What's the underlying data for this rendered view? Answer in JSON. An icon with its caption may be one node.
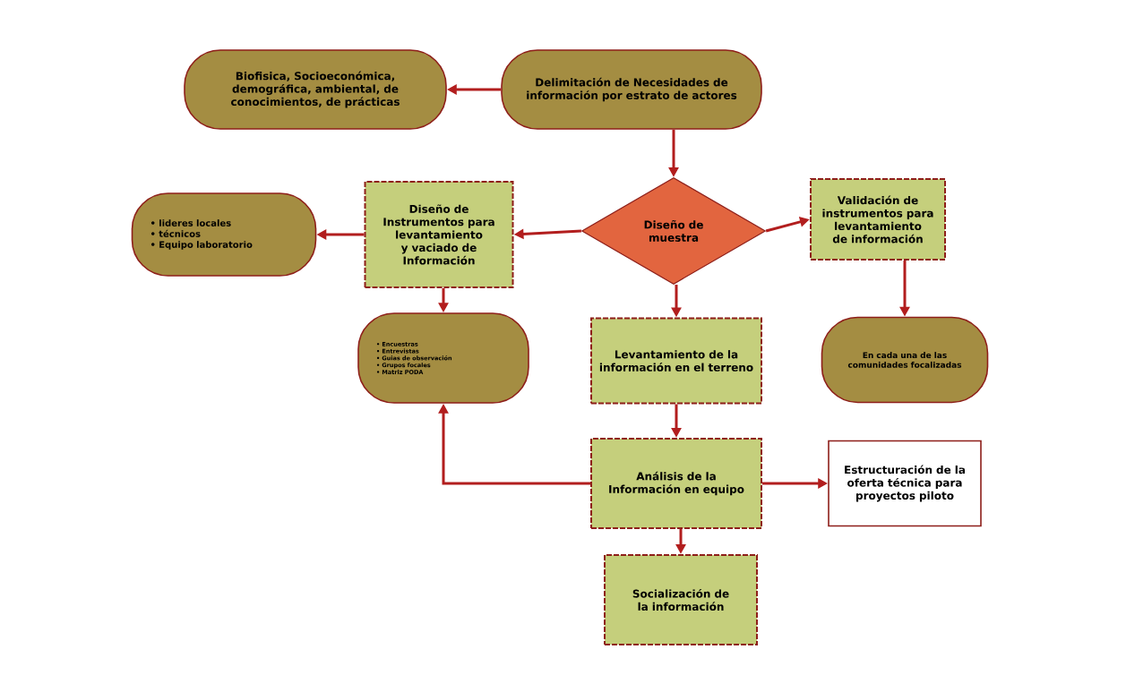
{
  "diagram": {
    "nodes": [
      {
        "text": [
          "Delimitación de Necesidades de información por estrato de actores"
        ]
      },
      {
        "text": [
          "Biofisica, Socioeconómica, demográfica, ambiental, de conocimientos, de prácticas"
        ]
      },
      {
        "text": [
          "Diseño de muestra"
        ]
      },
      {
        "text": [
          "Diseño de Instrumentos para levantamiento y vaciado de Información"
        ]
      },
      {
        "text": [
          "• lideres locales",
          "• técnicos",
          "• Equipo laboratorio"
        ]
      },
      {
        "text": [
          "Validación de instrumentos para levantamiento de información"
        ]
      },
      {
        "text": [
          "• Encuestras",
          "• Entrevistas",
          "• Guias de observación",
          "• Grupos focales",
          "• Matriz PODA"
        ]
      },
      {
        "text": [
          "Levantamiento de la información en el terreno"
        ]
      },
      {
        "text": [
          "En cada una de las comunidades focalizadas"
        ]
      },
      {
        "text": [
          "Análisis de la Información en equipo"
        ]
      },
      {
        "text": [
          "Estructuración de la oferta técnica para proyectos piloto"
        ]
      },
      {
        "text": [
          "Socialización de la información"
        ]
      }
    ],
    "edges": [
      {
        "from": 0,
        "to": 1,
        "arrow": "to"
      },
      {
        "from": 0,
        "to": 2,
        "arrow": "to"
      },
      {
        "from": 2,
        "to": 3,
        "arrow": "to"
      },
      {
        "from": 2,
        "to": 5,
        "arrow": "to"
      },
      {
        "from": 3,
        "to": 4,
        "arrow": "to"
      },
      {
        "from": 3,
        "to": 6,
        "arrow": "to"
      },
      {
        "from": 5,
        "to": 8,
        "arrow": "to"
      },
      {
        "from": 2,
        "to": 7,
        "arrow": "to"
      },
      {
        "from": 7,
        "to": 9,
        "arrow": "to"
      },
      {
        "from": 9,
        "to": 10,
        "arrow": "to"
      },
      {
        "from": 9,
        "to": 11,
        "arrow": "to"
      },
      {
        "from": 9,
        "to": 6,
        "arrow": "to"
      }
    ]
  }
}
